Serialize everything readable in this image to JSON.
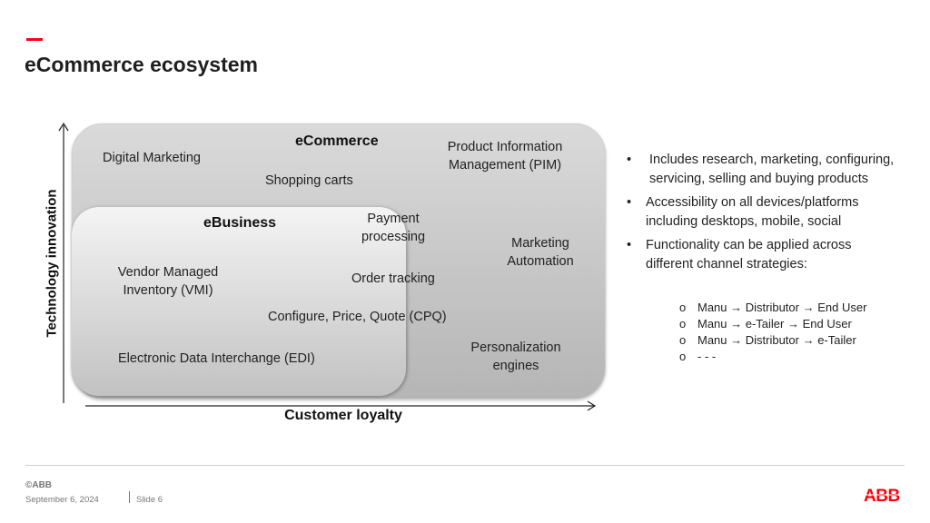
{
  "slide": {
    "title": "eCommerce ecosystem",
    "accent_color": "#FF000F"
  },
  "diagram": {
    "y_axis_label": "Technology innovation",
    "x_axis_label": "Customer loyalty",
    "outer_box": {
      "heading": "eCommerce",
      "items": {
        "digital_marketing": "Digital Marketing",
        "shopping_carts": "Shopping carts",
        "pim_line1": "Product Information",
        "pim_line2": "Management (PIM)",
        "payment_line1": "Payment",
        "payment_line2": "processing",
        "marketing_line1": "Marketing",
        "marketing_line2": "Automation",
        "order_tracking": "Order tracking",
        "cpq": "Configure, Price, Quote (CPQ)",
        "personalization_line1": "Personalization",
        "personalization_line2": "engines"
      }
    },
    "inner_box": {
      "heading": "eBusiness",
      "items": {
        "vmi_line1": "Vendor Managed",
        "vmi_line2": "Inventory (VMI)",
        "edi": "Electronic Data Interchange (EDI)"
      }
    }
  },
  "bullets": [
    "Includes research, marketing, configuring, servicing, selling and buying products",
    "Accessibility on all devices/platforms including desktops, mobile, social",
    "Functionality can be applied across different channel strategies:"
  ],
  "sub_bullets": [
    "Manu → Distributor → End User",
    "Manu → e-Tailer → End User",
    "Manu → Distributor → e-Tailer",
    "- - -"
  ],
  "footer": {
    "copyright": "©ABB",
    "date": "September 6, 2024",
    "slide_number": "Slide 6",
    "logo_text": "ABB",
    "logo_color": "#FF000F"
  }
}
